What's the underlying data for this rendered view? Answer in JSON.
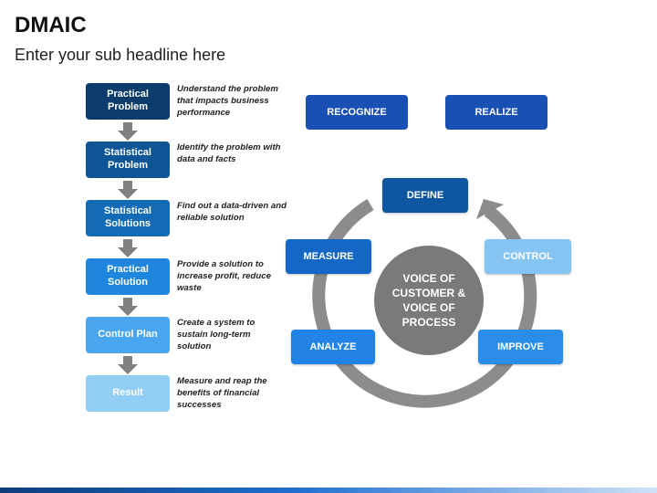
{
  "title": "DMAIC",
  "subtitle": "Enter your sub headline here",
  "steps": [
    {
      "label": "Practical Problem",
      "description": "Understand the problem that impacts business performance",
      "color": "#0b3c6b"
    },
    {
      "label": "Statistical Problem",
      "description": "Identify the problem with data and facts",
      "color": "#0e5596"
    },
    {
      "label": "Statistical Solutions",
      "description": "Find out a data-driven and reliable solution",
      "color": "#136ab5"
    },
    {
      "label": "Practical Solution",
      "description": "Provide a solution to increase profit, reduce waste",
      "color": "#1e86dd"
    },
    {
      "label": "Control Plan",
      "description": "Create a system to sustain long-term solution",
      "color": "#4aa6ee"
    },
    {
      "label": "Result",
      "description": "Measure and reap the benefits of financial successes",
      "color": "#92cdf6"
    }
  ],
  "top_boxes": {
    "recognize": "RECOGNIZE",
    "realize": "REALIZE"
  },
  "cycle": {
    "define": "DEFINE",
    "measure": "MEASURE",
    "analyze": "ANALYZE",
    "improve": "IMPROVE",
    "control": "CONTROL",
    "center_lines": [
      "VOICE OF",
      "CUSTOMER &",
      "VOICE OF",
      "PROCESS"
    ]
  },
  "colors": {
    "dark_blue": "#1a4fb4",
    "define_blue": "#0e56a0",
    "measure_blue": "#1467c4",
    "analyze_blue": "#2183e6",
    "improve_blue": "#2a8ee8",
    "control_blue": "#86c4f4",
    "ring_gray": "#8c8c8c",
    "center_gray": "#7a7a7a"
  }
}
